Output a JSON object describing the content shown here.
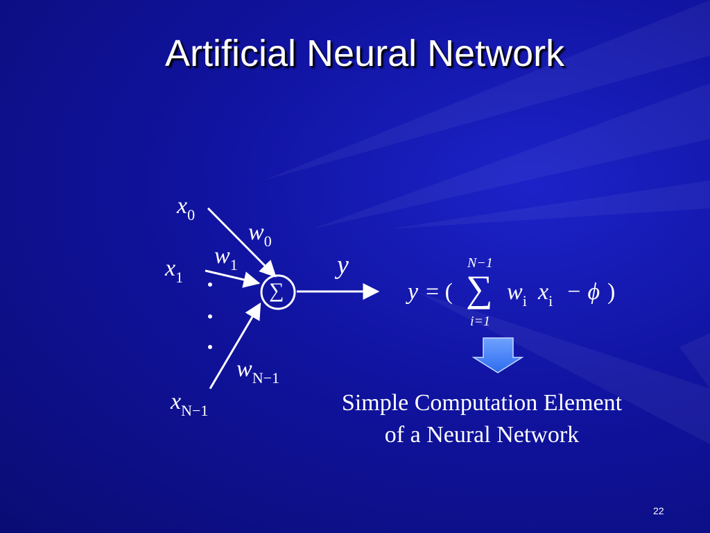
{
  "slide": {
    "title": "Artificial Neural Network",
    "page_number": "22"
  },
  "neuron": {
    "inputs": [
      {
        "base": "x",
        "sub": "0"
      },
      {
        "base": "x",
        "sub": "1"
      },
      {
        "base": "x",
        "sub": "N−1"
      }
    ],
    "weights": [
      {
        "base": "w",
        "sub": "0"
      },
      {
        "base": "w",
        "sub": "1"
      },
      {
        "base": "w",
        "sub": "N−1"
      }
    ],
    "summation_symbol": "∑",
    "output_label": "y"
  },
  "formula": {
    "lhs": "y",
    "equals_open": "= (",
    "sum_symbol": "∑",
    "upper_limit": "N−1",
    "lower_limit": "i=1",
    "w": "w",
    "w_sub": "i",
    "x": "x",
    "x_sub": "i",
    "minus_phi": "− ϕ",
    "close": ")"
  },
  "caption": {
    "line1": "Simple Computation Element",
    "line2": "of a Neural Network"
  },
  "colors": {
    "background": "#10139e",
    "arrow_fill": "#4a86ff"
  }
}
